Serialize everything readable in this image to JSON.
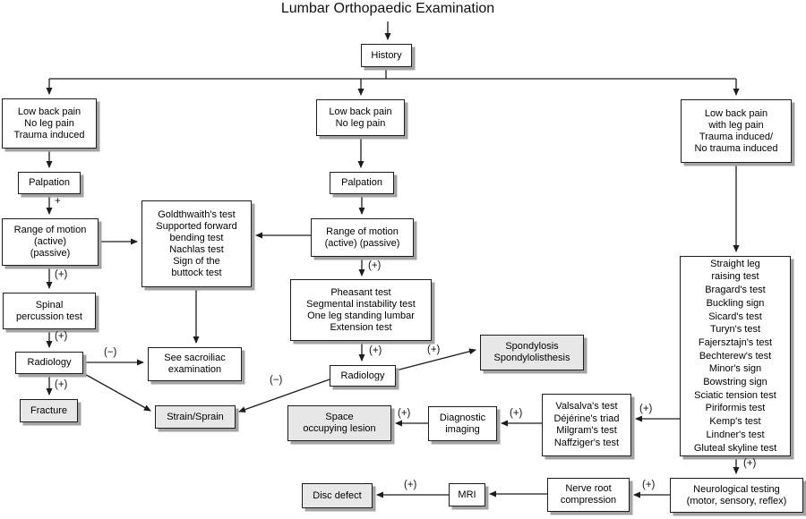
{
  "title": "Lumbar Orthopaedic Examination",
  "nodes": {
    "history": {
      "text": "History"
    },
    "lbp_trauma": {
      "text": "Low back pain\nNo leg pain\nTrauma induced"
    },
    "palpation_left": {
      "text": "Palpation"
    },
    "rom_left": {
      "text": "Range of motion\n(active)\n(passive)"
    },
    "spinal_percussion": {
      "text": "Spinal\npercussion test"
    },
    "radiology_left": {
      "text": "Radiology"
    },
    "fracture": {
      "text": "Fracture"
    },
    "goldthwaith": {
      "text": "Goldthwaith's test\nSupported forward\nbending test\nNachlas test\nSign of the\nbuttock test"
    },
    "see_sacroiliac": {
      "text": "See sacroiliac\nexamination"
    },
    "strain_sprain": {
      "text": "Strain/Sprain"
    },
    "lbp_noleg": {
      "text": "Low back pain\nNo leg pain"
    },
    "palpation_mid": {
      "text": "Palpation"
    },
    "rom_mid": {
      "text": "Range of motion\n(active) (passive)"
    },
    "pheasant": {
      "text": "Pheasant test\nSegmental instability test\nOne leg standing lumbar\nExtension test"
    },
    "radiology_mid": {
      "text": "Radiology"
    },
    "spondylosis": {
      "text": "Spondylosis\nSpondylolisthesis"
    },
    "space_lesion": {
      "text": "Space\noccupying lesion"
    },
    "diagnostic_imaging": {
      "text": "Diagnostic\nimaging"
    },
    "valsalva": {
      "text": "Valsalva's test\nDéjérine's triad\nMilgram's test\nNaffziger's test"
    },
    "lbp_leg": {
      "text": "Low back pain\nwith leg pain\nTrauma induced/\nNo trauma induced"
    },
    "leg_tests": {
      "text": "Straight leg\nraising test\nBragard's test\nBuckling sign\nSicard's test\nTuryn's test\nFajersztajn's test\nBechterew's test\nMinor's sign\nBowstring sign\nSciatic tension test\nPiriformis test\nKemp's test\nLindner's test\nGluteal skyline test"
    },
    "neuro_testing": {
      "text": "Neurological testing\n(motor, sensory, reflex)"
    },
    "nerve_root": {
      "text": "Nerve root\ncompression"
    },
    "mri": {
      "text": "MRI"
    },
    "disc_defect": {
      "text": "Disc defect"
    }
  },
  "labels": {
    "plus_bare": "+",
    "plus": "(+)",
    "minus": "(−)"
  },
  "colors": {
    "line": "#1c1c1c",
    "box_fill": "#ffffff",
    "shaded_fill": "#e7e7e7",
    "shadow": "#a3a3a3"
  }
}
